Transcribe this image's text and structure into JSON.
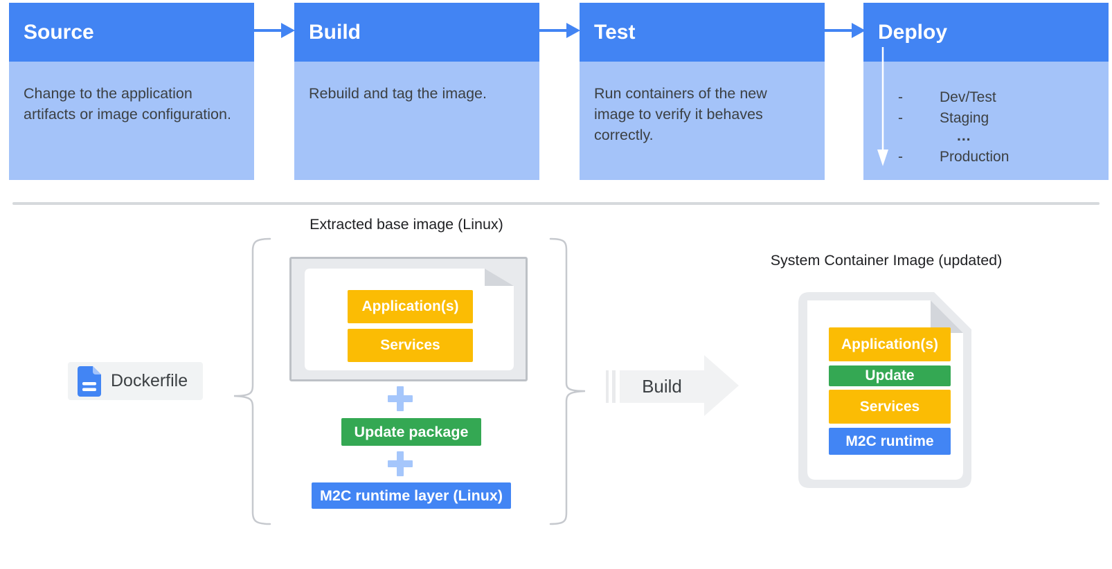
{
  "colors": {
    "stage_header_blue": "#4284F3",
    "stage_body_blue": "#A4C3F9",
    "layer_yellow": "#FBBC04",
    "layer_green": "#34A853",
    "layer_blue": "#4285F4",
    "text_dark": "#3C4043",
    "title_black": "#202124",
    "doc_gray": "#E8EAED",
    "fold_gray": "#D3D6DB",
    "chip_gray": "#F1F3F4"
  },
  "pipeline": {
    "stages": [
      {
        "title": "Source",
        "description": "Change to the application artifacts or image configuration."
      },
      {
        "title": "Build",
        "description": "Rebuild and tag the image."
      },
      {
        "title": "Test",
        "description": "Run containers of the new image to verify it behaves correctly."
      },
      {
        "title": "Deploy",
        "items": [
          {
            "marker": "-",
            "label": "Dev/Test"
          },
          {
            "marker": "-",
            "label": "Staging"
          },
          {
            "marker": "",
            "label": "..."
          },
          {
            "marker": "-",
            "label": "Production"
          }
        ]
      }
    ]
  },
  "build_flow": {
    "dockerfile": "Dockerfile",
    "extracted_title": "Extracted base image (Linux)",
    "base_layers": [
      {
        "label": "Application(s)",
        "color": "yellow"
      },
      {
        "label": "Services",
        "color": "yellow"
      }
    ],
    "plus": "",
    "update_package": "Update package",
    "runtime_layer": "M2C runtime layer (Linux)",
    "arrow_label": "Build",
    "result_title": "System Container Image (updated)",
    "result_layers": [
      {
        "label": "Application(s)",
        "color": "yellow"
      },
      {
        "label": "Update",
        "color": "green"
      },
      {
        "label": "Services",
        "color": "yellow"
      },
      {
        "label": "M2C runtime",
        "color": "blue"
      }
    ]
  }
}
